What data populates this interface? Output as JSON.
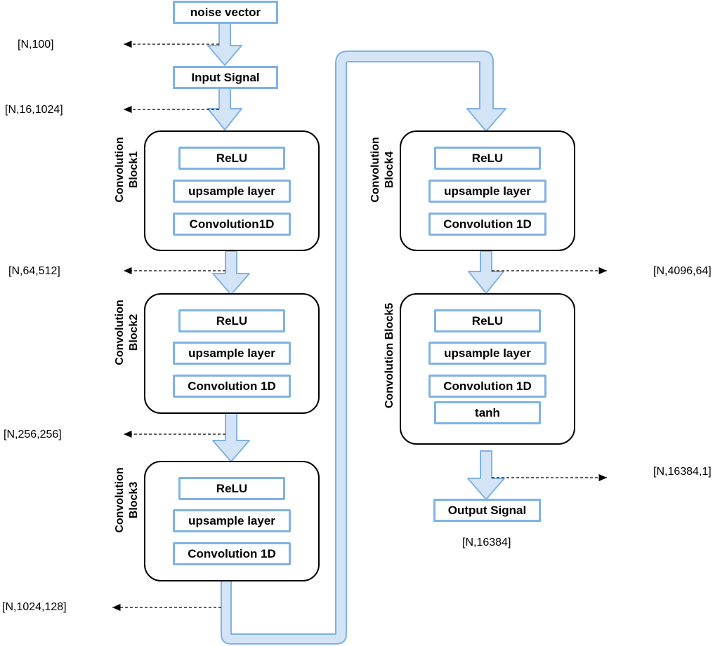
{
  "nodes": {
    "noise_vector": "noise vector",
    "input_signal": "Input Signal",
    "output_signal": "Output Signal"
  },
  "blocks": [
    {
      "label": "Convolution\nBlock1",
      "layers": [
        "ReLU",
        "upsample layer",
        "Convolution1D"
      ]
    },
    {
      "label": "Convolution\nBlock2",
      "layers": [
        "ReLU",
        "upsample layer",
        "Convolution 1D"
      ]
    },
    {
      "label": "Convolution\nBlock3",
      "layers": [
        "ReLU",
        "upsample layer",
        "Convolution 1D"
      ]
    },
    {
      "label": "Convolution\nBlock4",
      "layers": [
        "ReLU",
        "upsample layer",
        "Convolution 1D"
      ]
    },
    {
      "label": "Convolution Block5",
      "layers": [
        "ReLU",
        "upsample layer",
        "Convolution 1D",
        "tanh"
      ]
    }
  ],
  "shapes": {
    "noise": "[N,100]",
    "input": "[N,16,1024]",
    "after_block1": "[N,64,512]",
    "after_block2": "[N,256,256]",
    "after_block3": "[N,1024,128]",
    "after_block4": "[N,4096,64]",
    "after_block5": "[N,16384,1]",
    "output": "[N,16384]"
  },
  "colors": {
    "box_border": "#7fb2e5",
    "arrow_fill": "#d4e4f7",
    "arrow_stroke": "#7fb2e5",
    "block_border": "#000000"
  }
}
